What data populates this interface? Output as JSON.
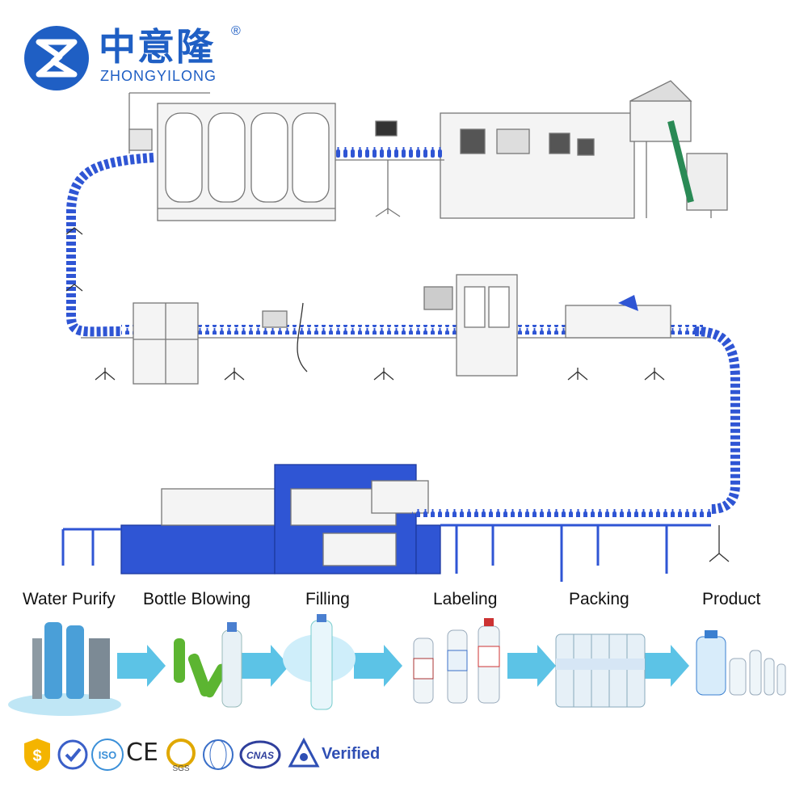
{
  "brand": {
    "name_cn": "中意隆",
    "registered": "®",
    "name_en": "ZHONGYILONG"
  },
  "process_steps": [
    {
      "label": "Water Purify",
      "icon": "water-purifier-icon"
    },
    {
      "label": "Bottle Blowing",
      "icon": "preform-bottle-icon"
    },
    {
      "label": "Filling",
      "icon": "water-splash-bottle-icon"
    },
    {
      "label": "Labeling",
      "icon": "labeled-bottles-icon"
    },
    {
      "label": "Packing",
      "icon": "bottle-pack-icon"
    },
    {
      "label": "Product",
      "icon": "product-bottles-icon"
    }
  ],
  "certifications": {
    "iso": "ISO",
    "ce": "CE",
    "sgs": "SGS",
    "cnas": "CNAS",
    "verified": "Verified"
  },
  "colors": {
    "brand_blue": "#1f5fc4",
    "arrow": "#5cc3e6",
    "conveyor_blue": "#2f55d4"
  }
}
